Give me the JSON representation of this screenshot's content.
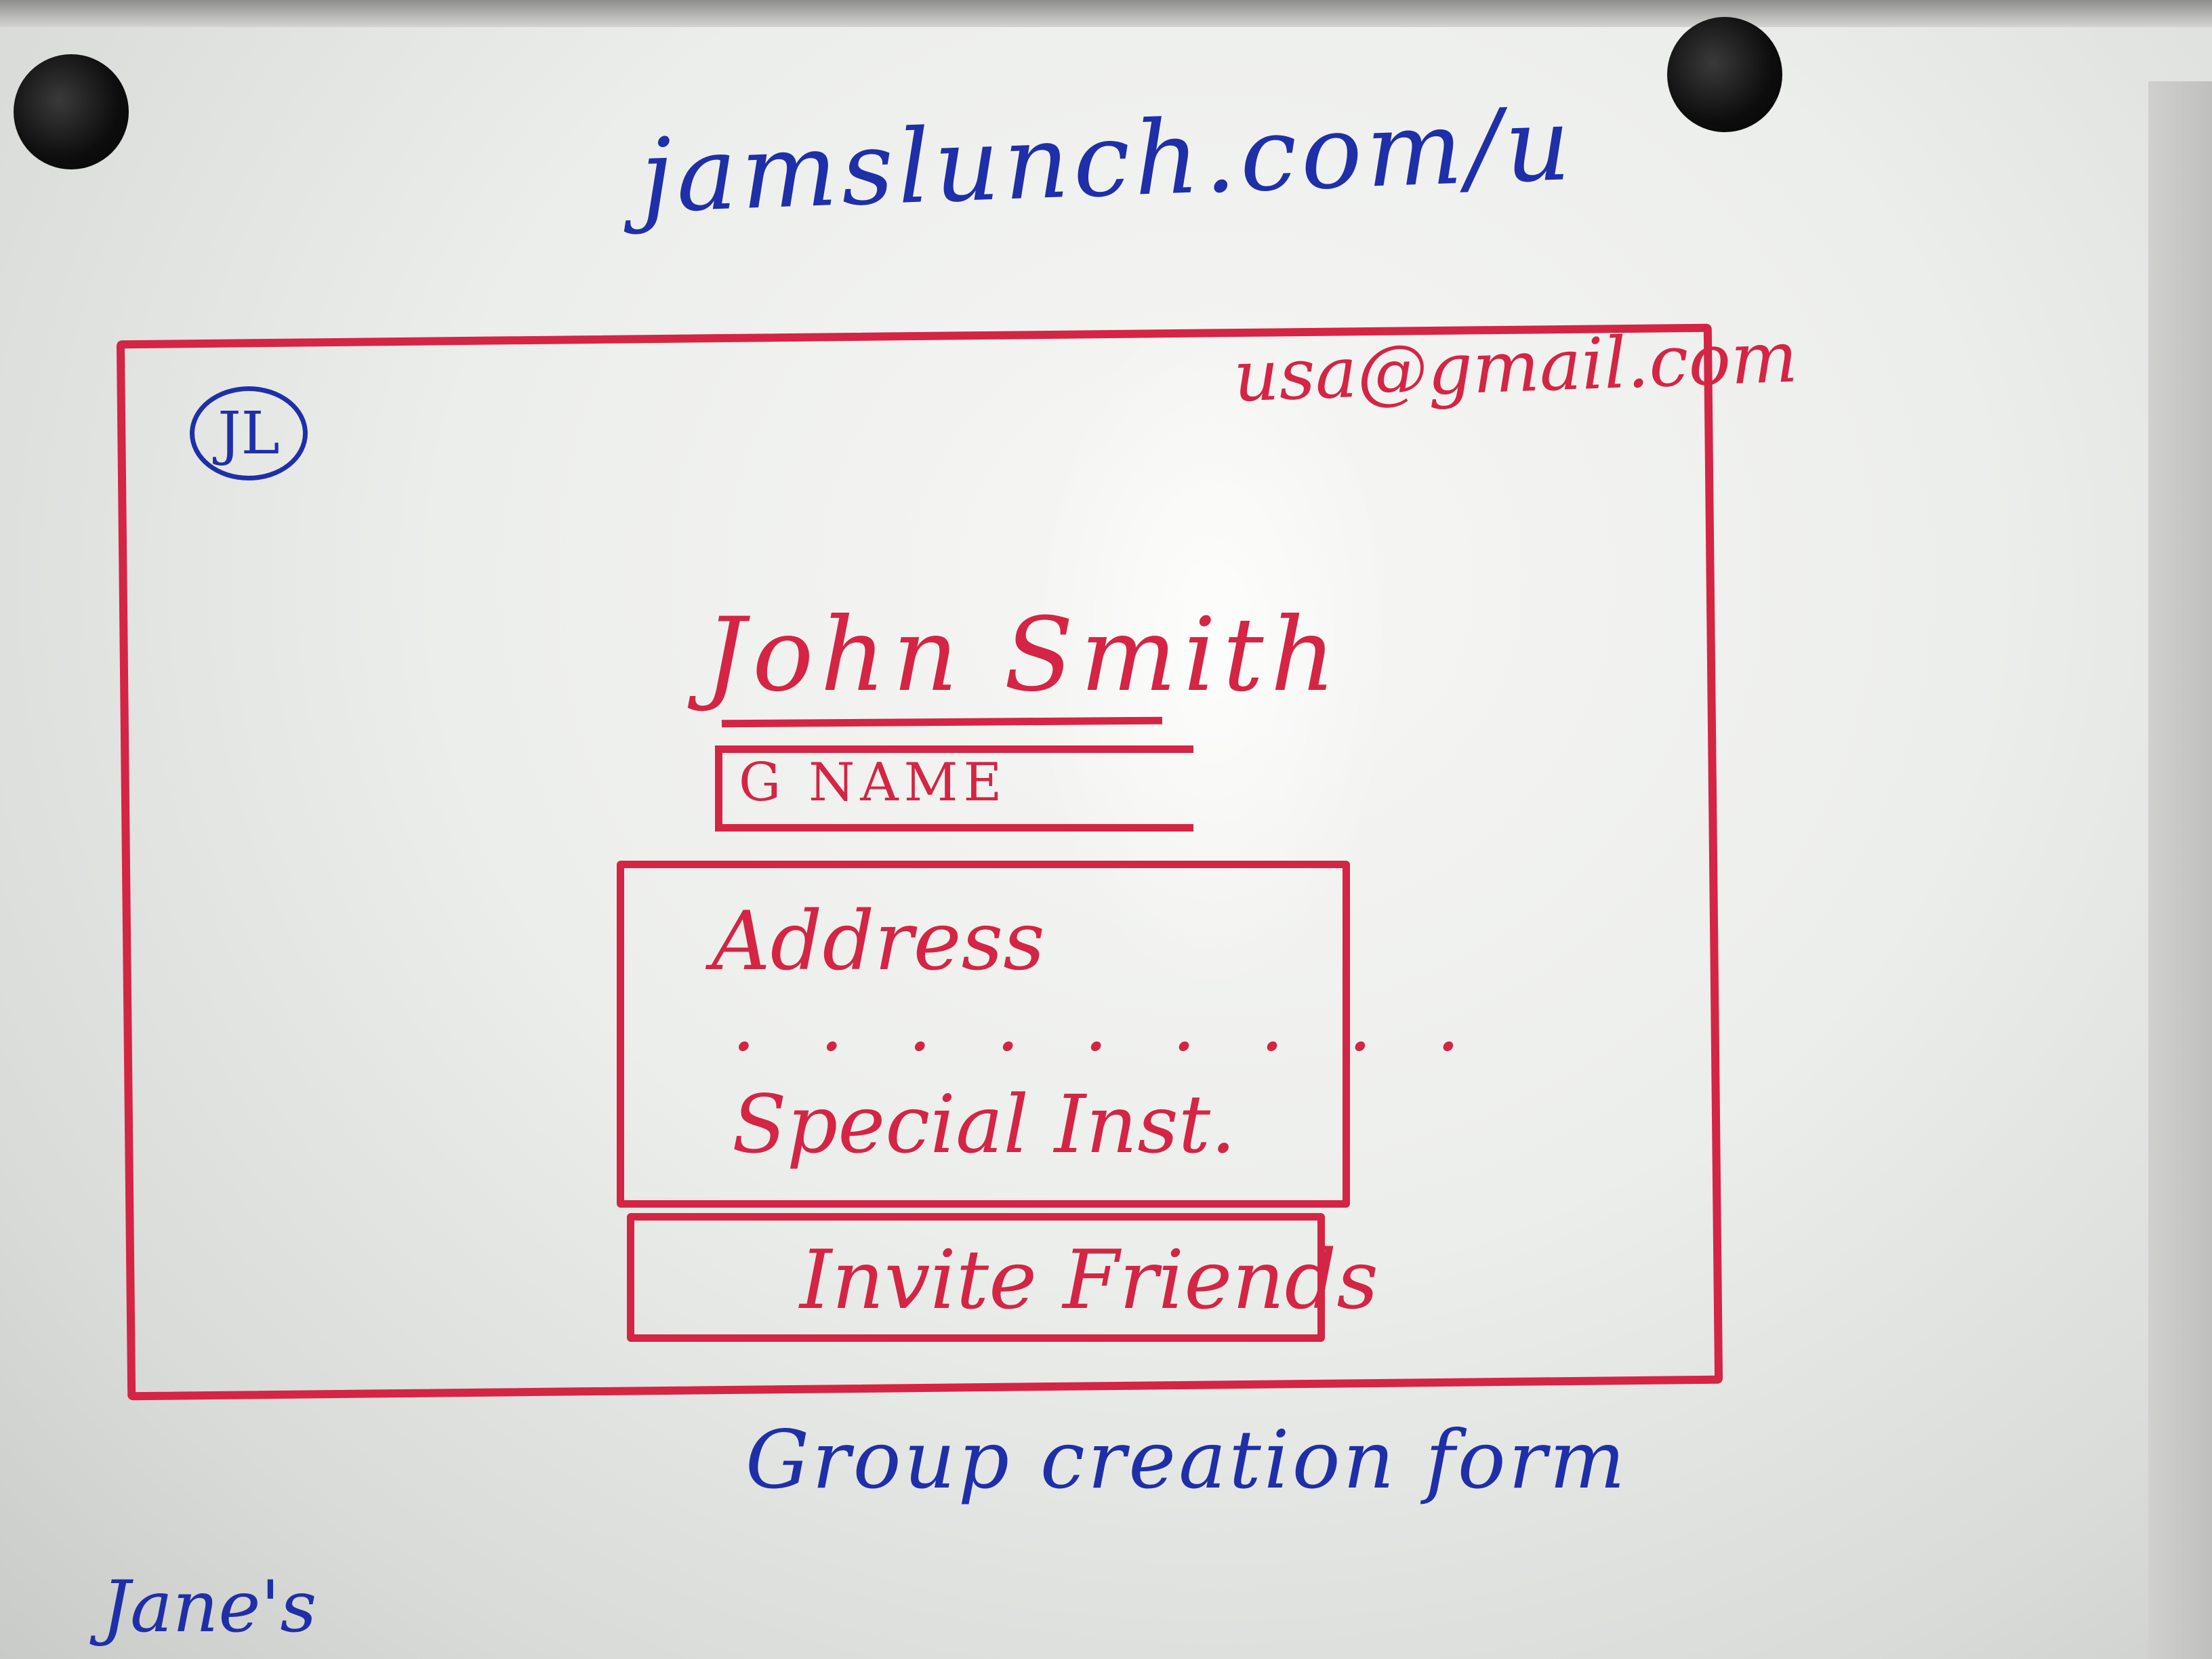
{
  "board": {
    "url_text": "jamslunch.com/u",
    "caption": "Group creation form",
    "corner_note": "Jane's"
  },
  "sketch": {
    "logo_text": "JL",
    "email": "usa@gmail.com",
    "user_name": "John Smith",
    "group_name_placeholder": "G NAME",
    "address_label": "Address",
    "dots": "· · · · · · · · ·",
    "special_instructions_label": "Special Inst.",
    "invite_button_label": "Invite Friends"
  },
  "colors": {
    "blue_marker": "#1f2fa8",
    "red_marker": "#d42544",
    "board": "#eceeeb"
  }
}
